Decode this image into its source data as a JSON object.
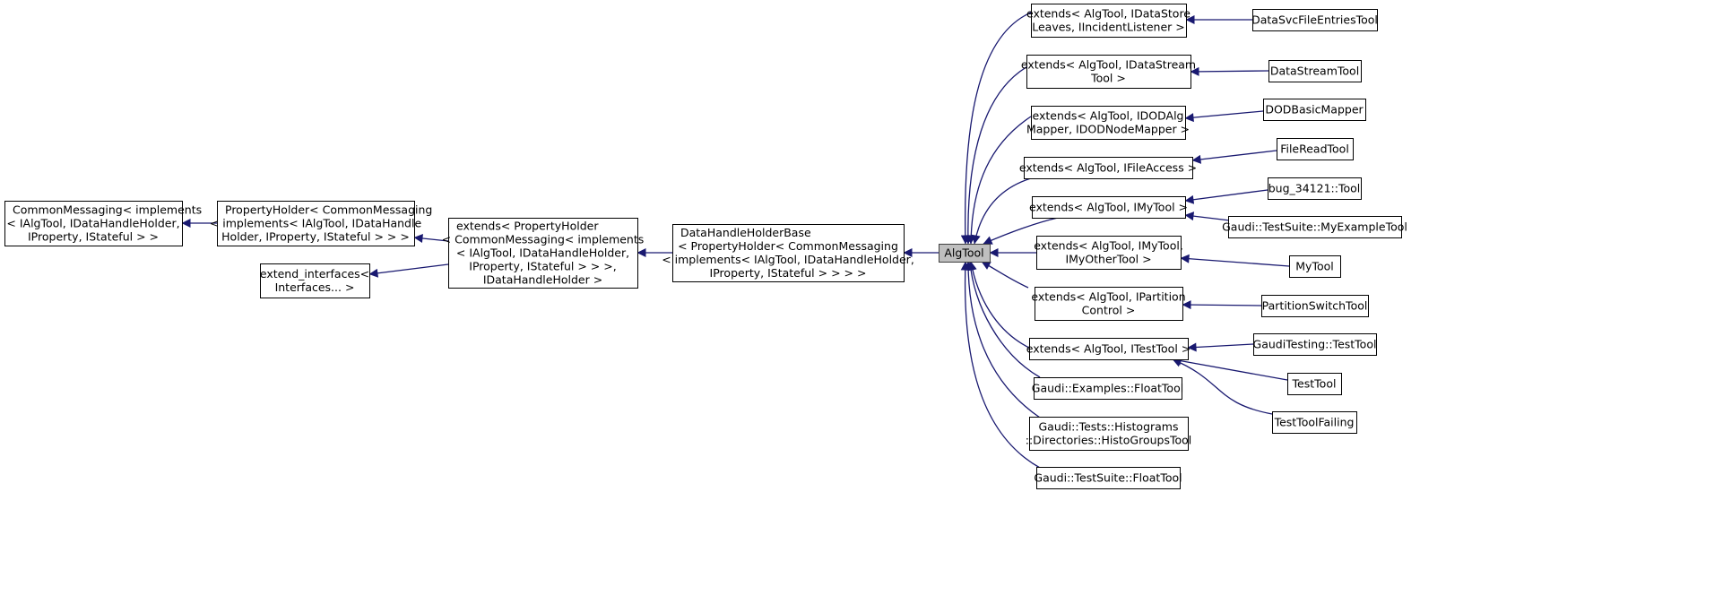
{
  "diagram": {
    "title": "",
    "edge_color": "#191970",
    "highlight_fill": "#bfbfbf",
    "nodes": [
      {
        "id": "alg-tool",
        "lines": [
          "AlgTool"
        ],
        "highlight": true
      },
      {
        "id": "common-messaging",
        "lines": [
          "CommonMessaging< implements",
          "< IAlgTool, IDataHandleHolder,",
          "IProperty, IStateful > >"
        ]
      },
      {
        "id": "property-holder",
        "lines": [
          "PropertyHolder< CommonMessaging",
          "< implements< IAlgTool, IDataHandle",
          "Holder, IProperty, IStateful > > >"
        ]
      },
      {
        "id": "extend-interfaces",
        "lines": [
          "extend_interfaces<",
          "Interfaces... >"
        ]
      },
      {
        "id": "extends-property-holder",
        "lines": [
          "extends< PropertyHolder",
          "< CommonMessaging< implements",
          "< IAlgTool, IDataHandleHolder,",
          "IProperty, IStateful > > >,",
          "IDataHandleHolder >"
        ]
      },
      {
        "id": "data-handle-holder-base",
        "lines": [
          "DataHandleHolderBase",
          "< PropertyHolder< CommonMessaging",
          "< implements< IAlgTool, IDataHandleHolder,",
          "IProperty, IStateful > > > >"
        ]
      },
      {
        "id": "extends-datastore",
        "lines": [
          "extends< AlgTool, IDataStore",
          "Leaves, IIncidentListener >"
        ]
      },
      {
        "id": "extends-datastream",
        "lines": [
          "extends< AlgTool, IDataStream",
          "Tool >"
        ]
      },
      {
        "id": "extends-dodalg",
        "lines": [
          "extends< AlgTool, IDODAlg",
          "Mapper, IDODNodeMapper >"
        ]
      },
      {
        "id": "extends-fileaccess",
        "lines": [
          "extends< AlgTool, IFileAccess >"
        ]
      },
      {
        "id": "extends-mytool",
        "lines": [
          "extends< AlgTool, IMyTool >"
        ]
      },
      {
        "id": "extends-mytool-other",
        "lines": [
          "extends< AlgTool, IMyTool,",
          "IMyOtherTool >"
        ]
      },
      {
        "id": "extends-partition",
        "lines": [
          "extends< AlgTool, IPartition",
          "Control >"
        ]
      },
      {
        "id": "extends-testtool",
        "lines": [
          "extends< AlgTool, ITestTool >"
        ]
      },
      {
        "id": "examples-floattool",
        "lines": [
          "Gaudi::Examples::FloatTool"
        ]
      },
      {
        "id": "histo-groups-tool",
        "lines": [
          "Gaudi::Tests::Histograms",
          "::Directories::HistoGroupsTool"
        ]
      },
      {
        "id": "testsuite-floattool",
        "lines": [
          "Gaudi::TestSuite::FloatTool"
        ]
      },
      {
        "id": "datasvc-file-entries-tool",
        "lines": [
          "DataSvcFileEntriesTool"
        ]
      },
      {
        "id": "data-stream-tool",
        "lines": [
          "DataStreamTool"
        ]
      },
      {
        "id": "dod-basic-mapper",
        "lines": [
          "DODBasicMapper"
        ]
      },
      {
        "id": "file-read-tool",
        "lines": [
          "FileReadTool"
        ]
      },
      {
        "id": "bug-34121-tool",
        "lines": [
          "bug_34121::Tool"
        ]
      },
      {
        "id": "my-example-tool",
        "lines": [
          "Gaudi::TestSuite::MyExampleTool"
        ]
      },
      {
        "id": "my-tool",
        "lines": [
          "MyTool"
        ]
      },
      {
        "id": "partition-switch-tool",
        "lines": [
          "PartitionSwitchTool"
        ]
      },
      {
        "id": "gaudi-testing-testtool",
        "lines": [
          "GaudiTesting::TestTool"
        ]
      },
      {
        "id": "test-tool",
        "lines": [
          "TestTool"
        ]
      },
      {
        "id": "test-tool-failing",
        "lines": [
          "TestToolFailing"
        ]
      }
    ],
    "edges": [
      [
        "common-messaging",
        "property-holder"
      ],
      [
        "property-holder",
        "extends-property-holder"
      ],
      [
        "extend-interfaces",
        "extends-property-holder"
      ],
      [
        "extends-property-holder",
        "data-handle-holder-base"
      ],
      [
        "data-handle-holder-base",
        "alg-tool"
      ],
      [
        "alg-tool",
        "extends-datastore"
      ],
      [
        "alg-tool",
        "extends-datastream"
      ],
      [
        "alg-tool",
        "extends-dodalg"
      ],
      [
        "alg-tool",
        "extends-fileaccess"
      ],
      [
        "alg-tool",
        "extends-mytool"
      ],
      [
        "alg-tool",
        "extends-mytool-other"
      ],
      [
        "alg-tool",
        "extends-partition"
      ],
      [
        "alg-tool",
        "extends-testtool"
      ],
      [
        "alg-tool",
        "examples-floattool"
      ],
      [
        "alg-tool",
        "histo-groups-tool"
      ],
      [
        "alg-tool",
        "testsuite-floattool"
      ],
      [
        "extends-datastore",
        "datasvc-file-entries-tool"
      ],
      [
        "extends-datastream",
        "data-stream-tool"
      ],
      [
        "extends-dodalg",
        "dod-basic-mapper"
      ],
      [
        "extends-fileaccess",
        "file-read-tool"
      ],
      [
        "extends-mytool",
        "bug-34121-tool"
      ],
      [
        "extends-mytool",
        "my-example-tool"
      ],
      [
        "extends-mytool-other",
        "my-tool"
      ],
      [
        "extends-partition",
        "partition-switch-tool"
      ],
      [
        "extends-testtool",
        "gaudi-testing-testtool"
      ],
      [
        "extends-testtool",
        "test-tool"
      ],
      [
        "extends-testtool",
        "test-tool-failing"
      ]
    ]
  }
}
